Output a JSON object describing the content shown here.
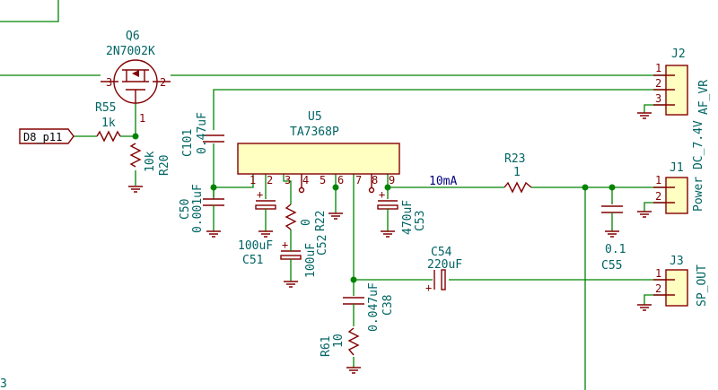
{
  "components": {
    "q6": {
      "ref": "Q6",
      "value": "2N7002K",
      "pins": [
        "3",
        "2",
        "1"
      ]
    },
    "r55": {
      "ref": "R55",
      "value": "1k"
    },
    "r20": {
      "ref": "R20",
      "value": "10k"
    },
    "c101": {
      "ref": "C101",
      "value": "0.47uF"
    },
    "u5": {
      "ref": "U5",
      "value": "TA7368P",
      "pins": [
        "1",
        "2",
        "3",
        "4",
        "5",
        "6",
        "7",
        "8",
        "9"
      ]
    },
    "c50": {
      "ref": "C50",
      "value": "0.001uF"
    },
    "c51": {
      "ref": "C51",
      "value": "100uF"
    },
    "r22": {
      "ref": "R22",
      "value": "0"
    },
    "c52": {
      "ref": "C52",
      "value": "100uF"
    },
    "c53": {
      "ref": "C53",
      "value": "470uF"
    },
    "r23": {
      "ref": "R23",
      "value": "1"
    },
    "c55": {
      "ref": "C55",
      "value": "0.1"
    },
    "c54": {
      "ref": "C54",
      "value": "220uF"
    },
    "c38": {
      "ref": "C38",
      "value": "0.047uF"
    },
    "r61": {
      "ref": "R61",
      "value": "10"
    },
    "j2": {
      "ref": "J2",
      "value": "AF_VR",
      "pins": [
        "1",
        "2",
        "3"
      ]
    },
    "j1": {
      "ref": "J1",
      "value": "Power DC_7.4V",
      "pins": [
        "1",
        "2"
      ]
    },
    "j3": {
      "ref": "J3",
      "value": "SP_OUT",
      "pins": [
        "1",
        "2"
      ]
    }
  },
  "labels": {
    "d8": "D8_p11",
    "current": "10mA",
    "cut_char": "3"
  },
  "colors": {
    "wire": "#008400",
    "part": "#840000",
    "ref": "#006464",
    "body_fill": "#ffffc2",
    "net_text": "#000084"
  }
}
